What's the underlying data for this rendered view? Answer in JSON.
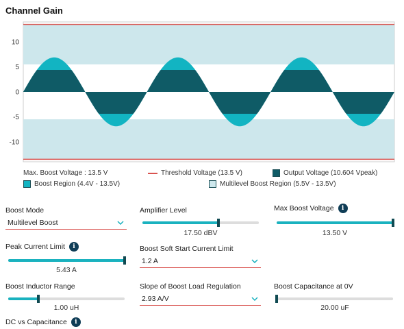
{
  "title": "Channel Gain",
  "chart_data": {
    "type": "area",
    "ylim": [
      -14,
      14
    ],
    "yticks": [
      10,
      5,
      0,
      -5,
      -10
    ],
    "grid": false,
    "cycles": 3,
    "threshold_voltage": 13.5,
    "boost_region": [
      4.4,
      13.5
    ],
    "multilevel_boost_region": [
      5.5,
      13.5
    ],
    "output_peak": 6.9,
    "colors": {
      "threshold": "#d9534f",
      "output": "#0f5b66",
      "boost_region": "#12b4c2",
      "multilevel_region": "#cde7ec"
    }
  },
  "legend": {
    "max_boost": "Max. Boost Voltage : 13.5 V",
    "threshold": "Threshold Voltage (13.5 V)",
    "output": "Output Voltage (10.604 Vpeak)",
    "boost_region": "Boost Region (4.4V - 13.5V)",
    "multilevel_region": "Multilevel Boost Region (5.5V - 13.5V)"
  },
  "controls": {
    "boost_mode": {
      "label": "Boost Mode",
      "value": "Multilevel Boost"
    },
    "amplifier_level": {
      "label": "Amplifier Level",
      "value": "17.50 dBV",
      "fraction": 0.65
    },
    "max_boost_voltage": {
      "label": "Max Boost Voltage",
      "value": "13.50 V",
      "fraction": 1.0
    },
    "peak_current_limit": {
      "label": "Peak Current Limit",
      "value": "5.43 A",
      "fraction": 1.0
    },
    "soft_start": {
      "label": "Boost Soft Start Current Limit",
      "value": "1.2 A"
    },
    "inductor_range": {
      "label": "Boost Inductor Range",
      "value": "1.00 uH",
      "fraction": 0.26
    },
    "load_regulation": {
      "label": "Slope of Boost Load Regulation",
      "value": "2.93 A/V"
    },
    "capacitance": {
      "label": "Boost Capacitance at 0V",
      "value": "20.00 uF",
      "fraction": 0.0
    },
    "dc_vs_cap": {
      "label": "DC vs Capacitance"
    }
  },
  "icons": {
    "info": "i",
    "chevron": "chevron-down-icon"
  }
}
